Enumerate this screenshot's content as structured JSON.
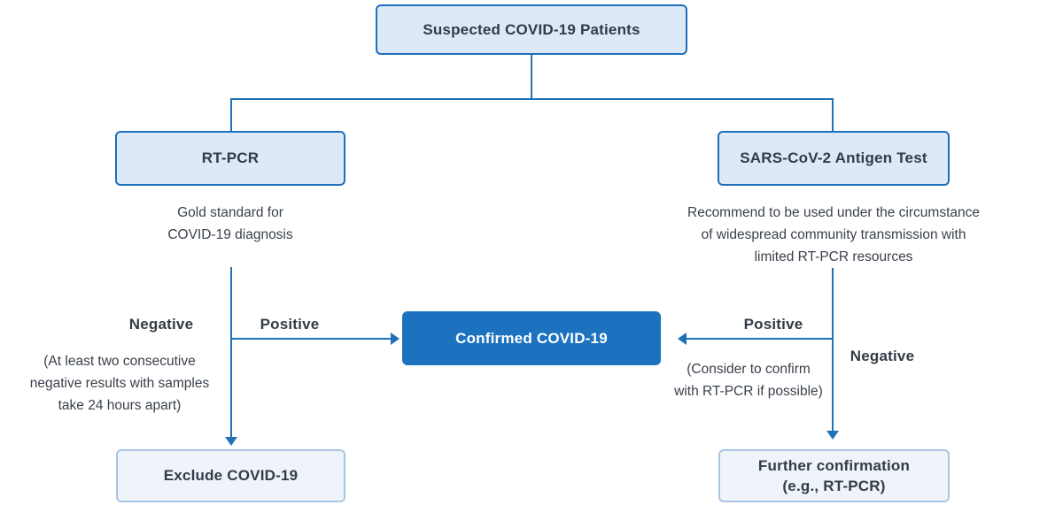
{
  "colors": {
    "accent_blue": "#1f72b8",
    "node_border": "#1e6fbe",
    "node_fill": "#dde9f6",
    "confirmed_fill": "#1c72be",
    "light_border": "#a9c6e4",
    "light_fill": "#eff4fb",
    "text_dark": "#333b46",
    "text_on_fill": "#ffffff"
  },
  "nodes": {
    "suspected": {
      "label": "Suspected COVID-19 Patients"
    },
    "rtpcr": {
      "label": "RT-PCR",
      "caption": "Gold standard for\nCOVID-19 diagnosis"
    },
    "antigen": {
      "label": "SARS-CoV-2 Antigen Test",
      "caption": "Recommend to be used under the circumstance\nof widespread community transmission with\nlimited RT-PCR resources"
    },
    "confirmed": {
      "label": "Confirmed COVID-19"
    },
    "exclude": {
      "label": "Exclude COVID-19"
    },
    "further": {
      "label": "Further confirmation\n(e.g., RT-PCR)"
    }
  },
  "edge_labels": {
    "left_negative": "Negative",
    "left_positive": "Positive",
    "left_note": "(At least two consecutive\nnegative results with samples\ntake 24 hours apart)",
    "right_positive": "Positive",
    "right_negative": "Negative",
    "right_note": "(Consider to confirm\nwith RT-PCR if possible)"
  }
}
